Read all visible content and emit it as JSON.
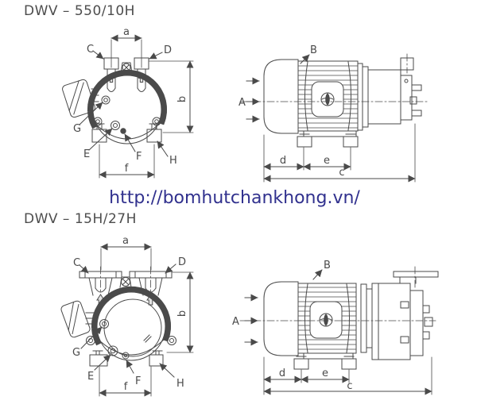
{
  "watermark": {
    "url_text": "http://bomhutchankhong.vn/"
  },
  "sections": {
    "s1": {
      "title": "DWV – 550/10H"
    },
    "s2": {
      "title": "DWV – 15H/27H"
    }
  },
  "labels": {
    "A": "A",
    "B": "B",
    "C": "C",
    "D": "D",
    "E": "E",
    "F": "F",
    "G": "G",
    "H": "H",
    "a": "a",
    "b": "b",
    "c": "c",
    "d": "d",
    "e": "e",
    "f": "f"
  },
  "colors": {
    "background": "#ffffff",
    "line": "#4a4a4a",
    "title": "#4d4d4d",
    "url": "#31318e"
  }
}
